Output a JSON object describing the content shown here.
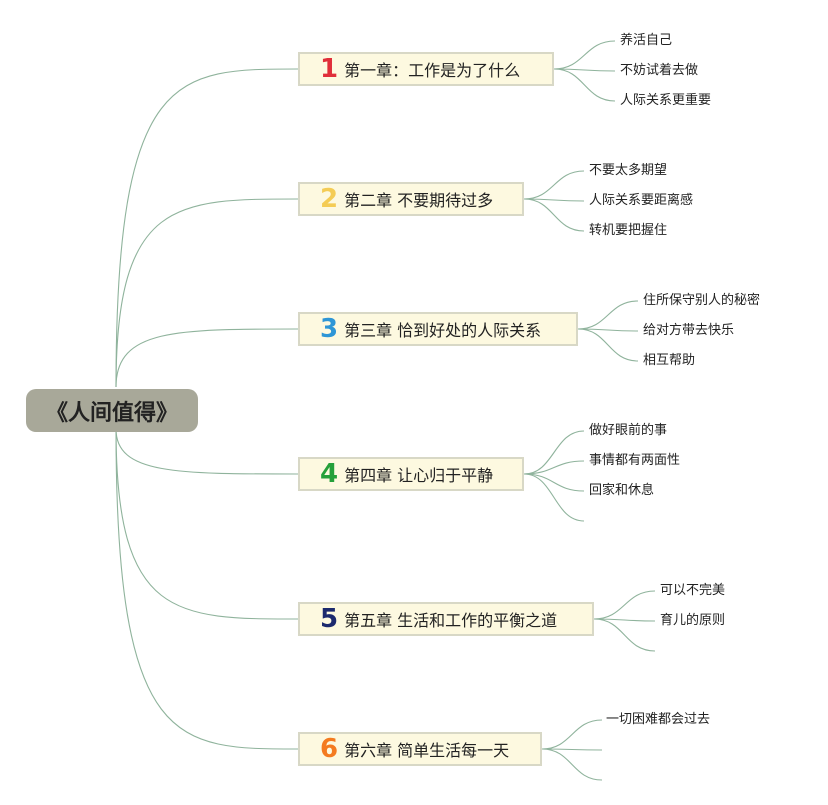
{
  "root": {
    "title": "《人间值得》"
  },
  "chapters": [
    {
      "num": "1",
      "title": "第一章：工作是为了什么",
      "color": "#e02f3a",
      "leaves": [
        "养活自己",
        "不妨试着去做",
        "人际关系更重要"
      ]
    },
    {
      "num": "2",
      "title": "第二章 不要期待过多",
      "color": "#f4cc55",
      "leaves": [
        "不要太多期望",
        "人际关系要距离感",
        "转机要把握住"
      ]
    },
    {
      "num": "3",
      "title": "第三章 恰到好处的人际关系",
      "color": "#2e96d6",
      "leaves": [
        "住所保守别人的秘密",
        "给对方带去快乐",
        "相互帮助"
      ]
    },
    {
      "num": "4",
      "title": "第四章 让心归于平静",
      "color": "#25a03a",
      "leaves": [
        "做好眼前的事",
        "事情都有两面性",
        "回家和休息",
        ""
      ]
    },
    {
      "num": "5",
      "title": "第五章 生活和工作的平衡之道",
      "color": "#1c2a6e",
      "leaves": [
        "可以不完美",
        "育儿的原则",
        ""
      ]
    },
    {
      "num": "6",
      "title": "第六章 简单生活每一天",
      "color": "#f47b20",
      "leaves": [
        "一切困难都会过去",
        "",
        ""
      ]
    }
  ]
}
